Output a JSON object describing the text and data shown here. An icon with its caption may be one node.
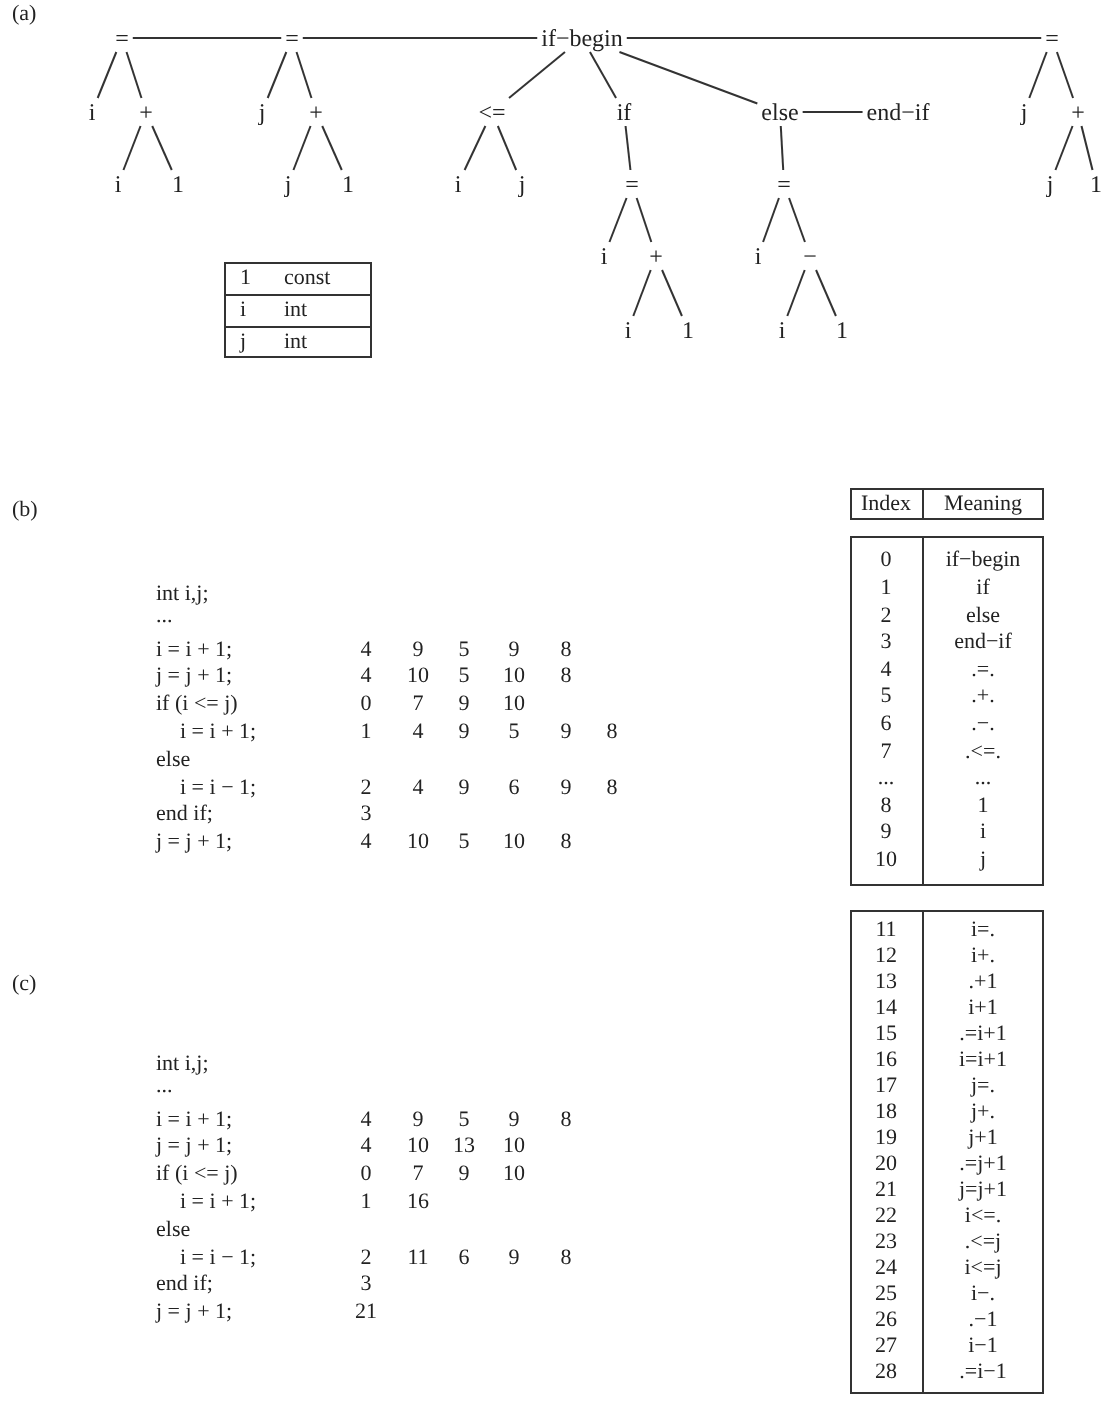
{
  "diagram": {
    "nodes": [
      {
        "text": [
          "="
        ]
      },
      {
        "text": [
          "i"
        ]
      },
      {
        "text": [
          "+"
        ]
      },
      {
        "text": [
          "i"
        ]
      },
      {
        "text": [
          "1"
        ]
      },
      {
        "text": [
          "="
        ]
      },
      {
        "text": [
          "j"
        ]
      },
      {
        "text": [
          "+"
        ]
      },
      {
        "text": [
          "j"
        ]
      },
      {
        "text": [
          "1"
        ]
      },
      {
        "text": [
          "if−begin"
        ]
      },
      {
        "text": [
          "<="
        ]
      },
      {
        "text": [
          "i"
        ]
      },
      {
        "text": [
          "j"
        ]
      },
      {
        "text": [
          "if"
        ]
      },
      {
        "text": [
          "="
        ]
      },
      {
        "text": [
          "i"
        ]
      },
      {
        "text": [
          "+"
        ]
      },
      {
        "text": [
          "i"
        ]
      },
      {
        "text": [
          "1"
        ]
      },
      {
        "text": [
          "else"
        ]
      },
      {
        "text": [
          "="
        ]
      },
      {
        "text": [
          "i"
        ]
      },
      {
        "text": [
          "−"
        ]
      },
      {
        "text": [
          "i"
        ]
      },
      {
        "text": [
          "1"
        ]
      },
      {
        "text": [
          "end−if"
        ]
      },
      {
        "text": [
          "="
        ]
      },
      {
        "text": [
          "j"
        ]
      },
      {
        "text": [
          "+"
        ]
      },
      {
        "text": [
          "j"
        ]
      },
      {
        "text": [
          "1"
        ]
      }
    ],
    "edges": [
      {
        "from": 0,
        "to": 1,
        "arrow": "none"
      },
      {
        "from": 0,
        "to": 2,
        "arrow": "none"
      },
      {
        "from": 2,
        "to": 3,
        "arrow": "none"
      },
      {
        "from": 2,
        "to": 4,
        "arrow": "none"
      },
      {
        "from": 0,
        "to": 5,
        "arrow": "none"
      },
      {
        "from": 5,
        "to": 6,
        "arrow": "none"
      },
      {
        "from": 5,
        "to": 7,
        "arrow": "none"
      },
      {
        "from": 7,
        "to": 8,
        "arrow": "none"
      },
      {
        "from": 7,
        "to": 9,
        "arrow": "none"
      },
      {
        "from": 5,
        "to": 10,
        "arrow": "none"
      },
      {
        "from": 10,
        "to": 11,
        "arrow": "none"
      },
      {
        "from": 11,
        "to": 12,
        "arrow": "none"
      },
      {
        "from": 11,
        "to": 13,
        "arrow": "none"
      },
      {
        "from": 10,
        "to": 14,
        "arrow": "none"
      },
      {
        "from": 14,
        "to": 15,
        "arrow": "none"
      },
      {
        "from": 15,
        "to": 16,
        "arrow": "none"
      },
      {
        "from": 15,
        "to": 17,
        "arrow": "none"
      },
      {
        "from": 17,
        "to": 18,
        "arrow": "none"
      },
      {
        "from": 17,
        "to": 19,
        "arrow": "none"
      },
      {
        "from": 10,
        "to": 20,
        "arrow": "none"
      },
      {
        "from": 20,
        "to": 21,
        "arrow": "none"
      },
      {
        "from": 21,
        "to": 22,
        "arrow": "none"
      },
      {
        "from": 21,
        "to": 23,
        "arrow": "none"
      },
      {
        "from": 23,
        "to": 24,
        "arrow": "none"
      },
      {
        "from": 23,
        "to": 25,
        "arrow": "none"
      },
      {
        "from": 20,
        "to": 26,
        "arrow": "none"
      },
      {
        "from": 10,
        "to": 27,
        "arrow": "none"
      },
      {
        "from": 27,
        "to": 28,
        "arrow": "none"
      },
      {
        "from": 27,
        "to": 29,
        "arrow": "none"
      },
      {
        "from": 29,
        "to": 30,
        "arrow": "none"
      },
      {
        "from": 29,
        "to": 31,
        "arrow": "none"
      }
    ],
    "labels": [
      "(a)",
      "1",
      "const",
      "i",
      "int",
      "j",
      "int",
      "(b)",
      "Index",
      "Meaning",
      "int i,j;",
      "...",
      "i = i + 1;",
      "4",
      "9",
      "5",
      "9",
      "8",
      "j = j + 1;",
      "4",
      "10",
      "5",
      "10",
      "8",
      "if (i <= j)",
      "0",
      "7",
      "9",
      "10",
      "i = i + 1;",
      "1",
      "4",
      "9",
      "5",
      "9",
      "8",
      "else",
      "i = i − 1;",
      "2",
      "4",
      "9",
      "6",
      "9",
      "8",
      "end if;",
      "3",
      "j = j + 1;",
      "4",
      "10",
      "5",
      "10",
      "8",
      "0",
      "if−begin",
      "1",
      "if",
      "2",
      "else",
      "3",
      "end−if",
      "4",
      ".=.",
      "5",
      ".+.",
      "6",
      ".−.",
      "7",
      ".<=.",
      "...",
      "...",
      "8",
      "1",
      "9",
      "i",
      "10",
      "j",
      "(c)",
      "int i,j;",
      "...",
      "i = i + 1;",
      "4",
      "9",
      "5",
      "9",
      "8",
      "j = j + 1;",
      "4",
      "10",
      "13",
      "10",
      "if (i <= j)",
      "0",
      "7",
      "9",
      "10",
      "i = i + 1;",
      "1",
      "16",
      "else",
      "i = i − 1;",
      "2",
      "11",
      "6",
      "9",
      "8",
      "end if;",
      "3",
      "j = j + 1;",
      "21",
      "11",
      "i=.",
      "12",
      "i+.",
      "13",
      ".+1",
      "14",
      "i+1",
      "15",
      ".=i+1",
      "16",
      "i=i+1",
      "17",
      "j=.",
      "18",
      "j+.",
      "19",
      "j+1",
      "20",
      ".=j+1",
      "21",
      "j=j+1",
      "22",
      "i<=.",
      "23",
      ".<=j",
      "24",
      "i<=j",
      "25",
      "i−.",
      "26",
      ".−1",
      "27",
      "i−1",
      "28",
      ".=i−1"
    ]
  }
}
